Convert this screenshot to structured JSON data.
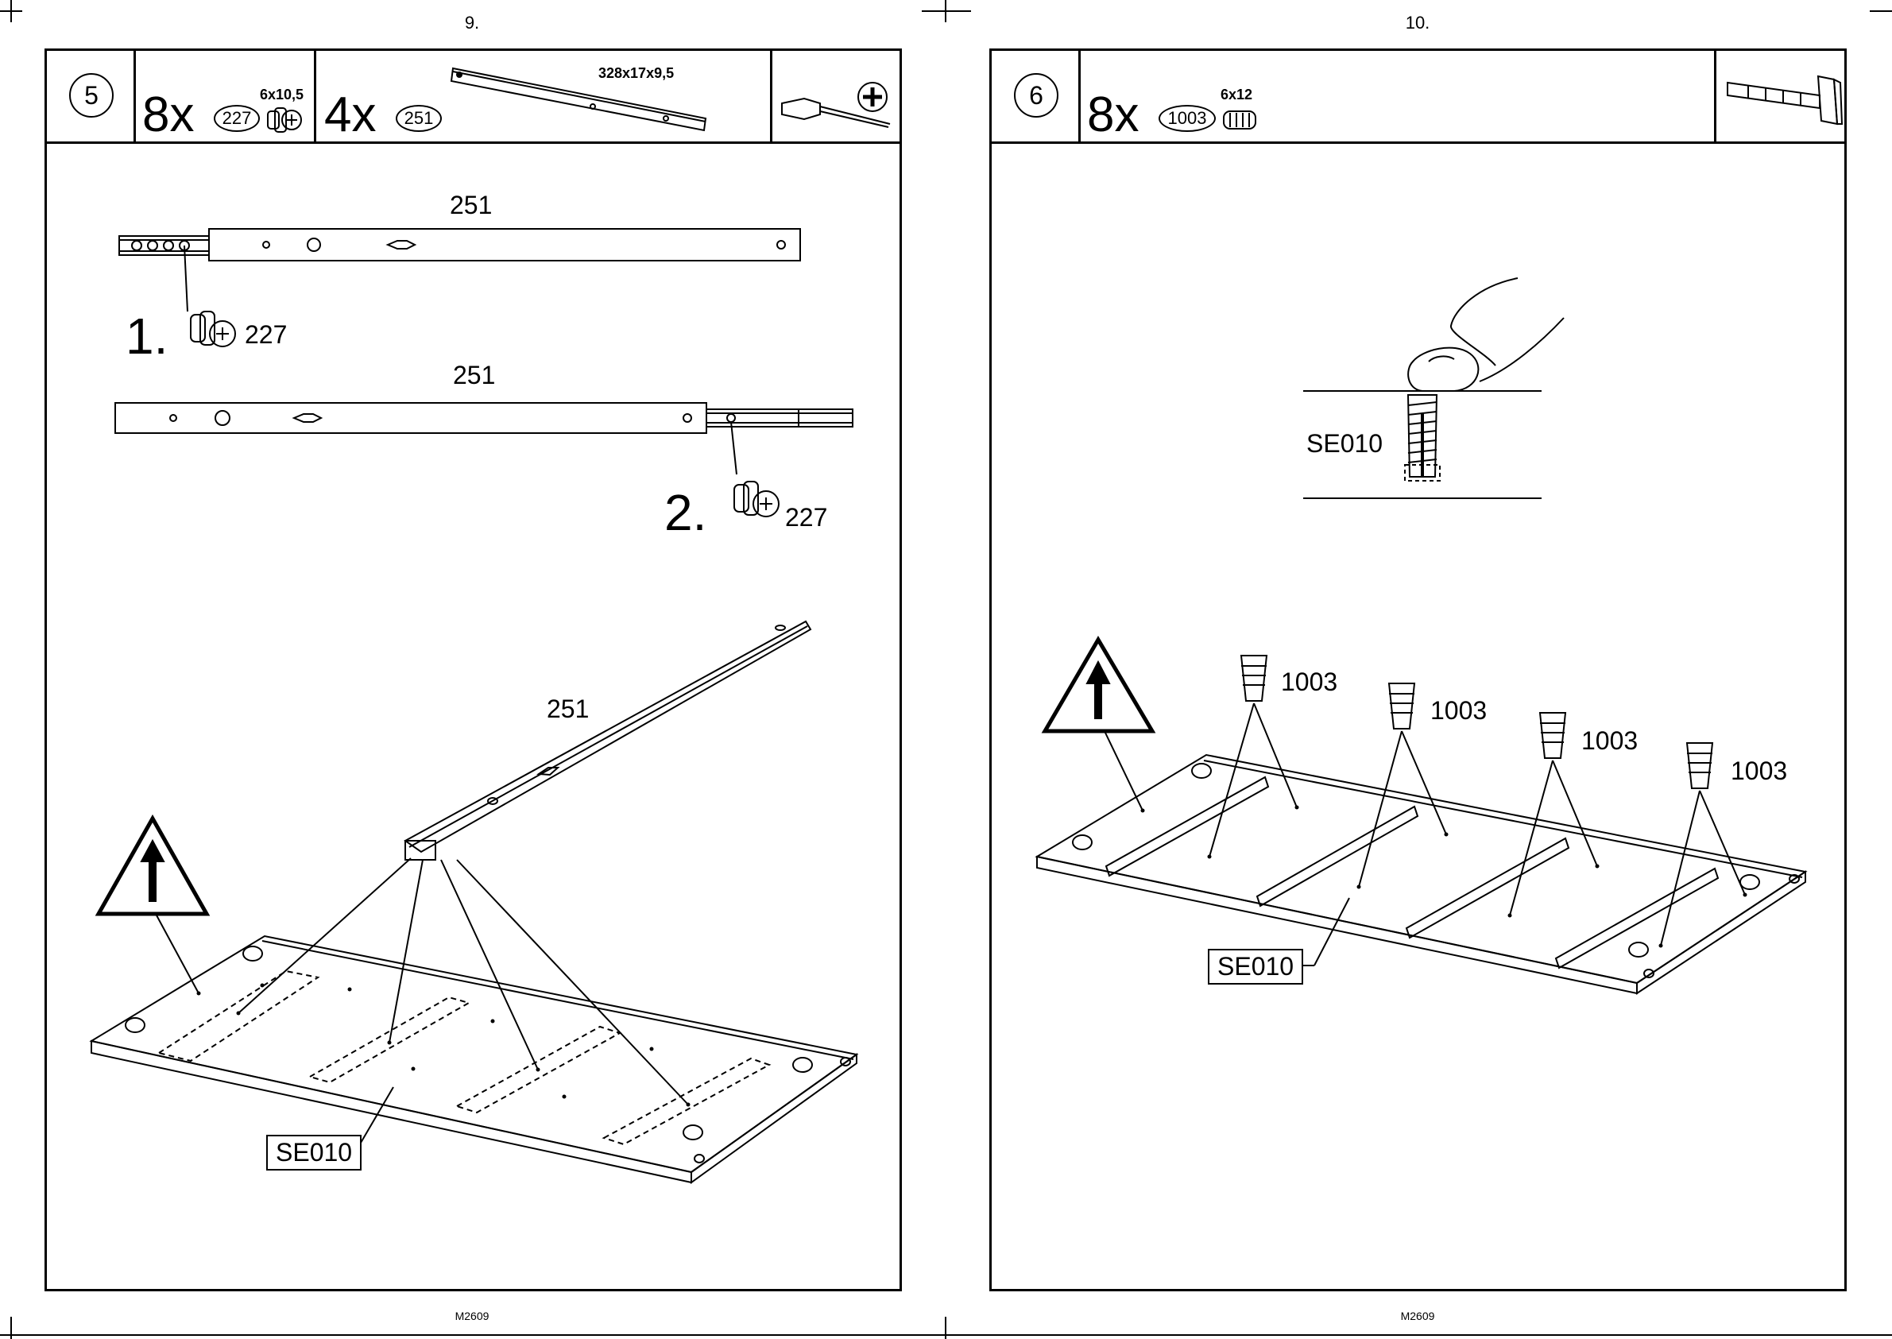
{
  "left_page": {
    "page_number": "9.",
    "footer_code": "M2609",
    "step_number": "5",
    "parts": [
      {
        "qty": "8x",
        "part_id": "227",
        "size": "6x10,5"
      },
      {
        "qty": "4x",
        "part_id": "251",
        "size": "328x17x9,5"
      }
    ],
    "tool_icons": [
      "screwdriver-icon",
      "phillips-head-icon"
    ],
    "labels": {
      "rail_top": "251",
      "rail_middle": "251",
      "substep_1": "1.",
      "substep_2": "2.",
      "cam_label_1": "227",
      "cam_label_2": "227",
      "rail_iso": "251",
      "panel": "SE010"
    }
  },
  "right_page": {
    "page_number": "10.",
    "footer_code": "M2609",
    "step_number": "6",
    "parts": [
      {
        "qty": "8x",
        "part_id": "1003",
        "size": "6x12"
      }
    ],
    "tool_icons": [
      "hammer-icon"
    ],
    "labels": {
      "detail_panel": "SE010",
      "dowel_1": "1003",
      "dowel_2": "1003",
      "dowel_3": "1003",
      "dowel_4": "1003",
      "panel": "SE010"
    }
  },
  "colors": {
    "ink": "#000000",
    "paper": "#ffffff"
  }
}
